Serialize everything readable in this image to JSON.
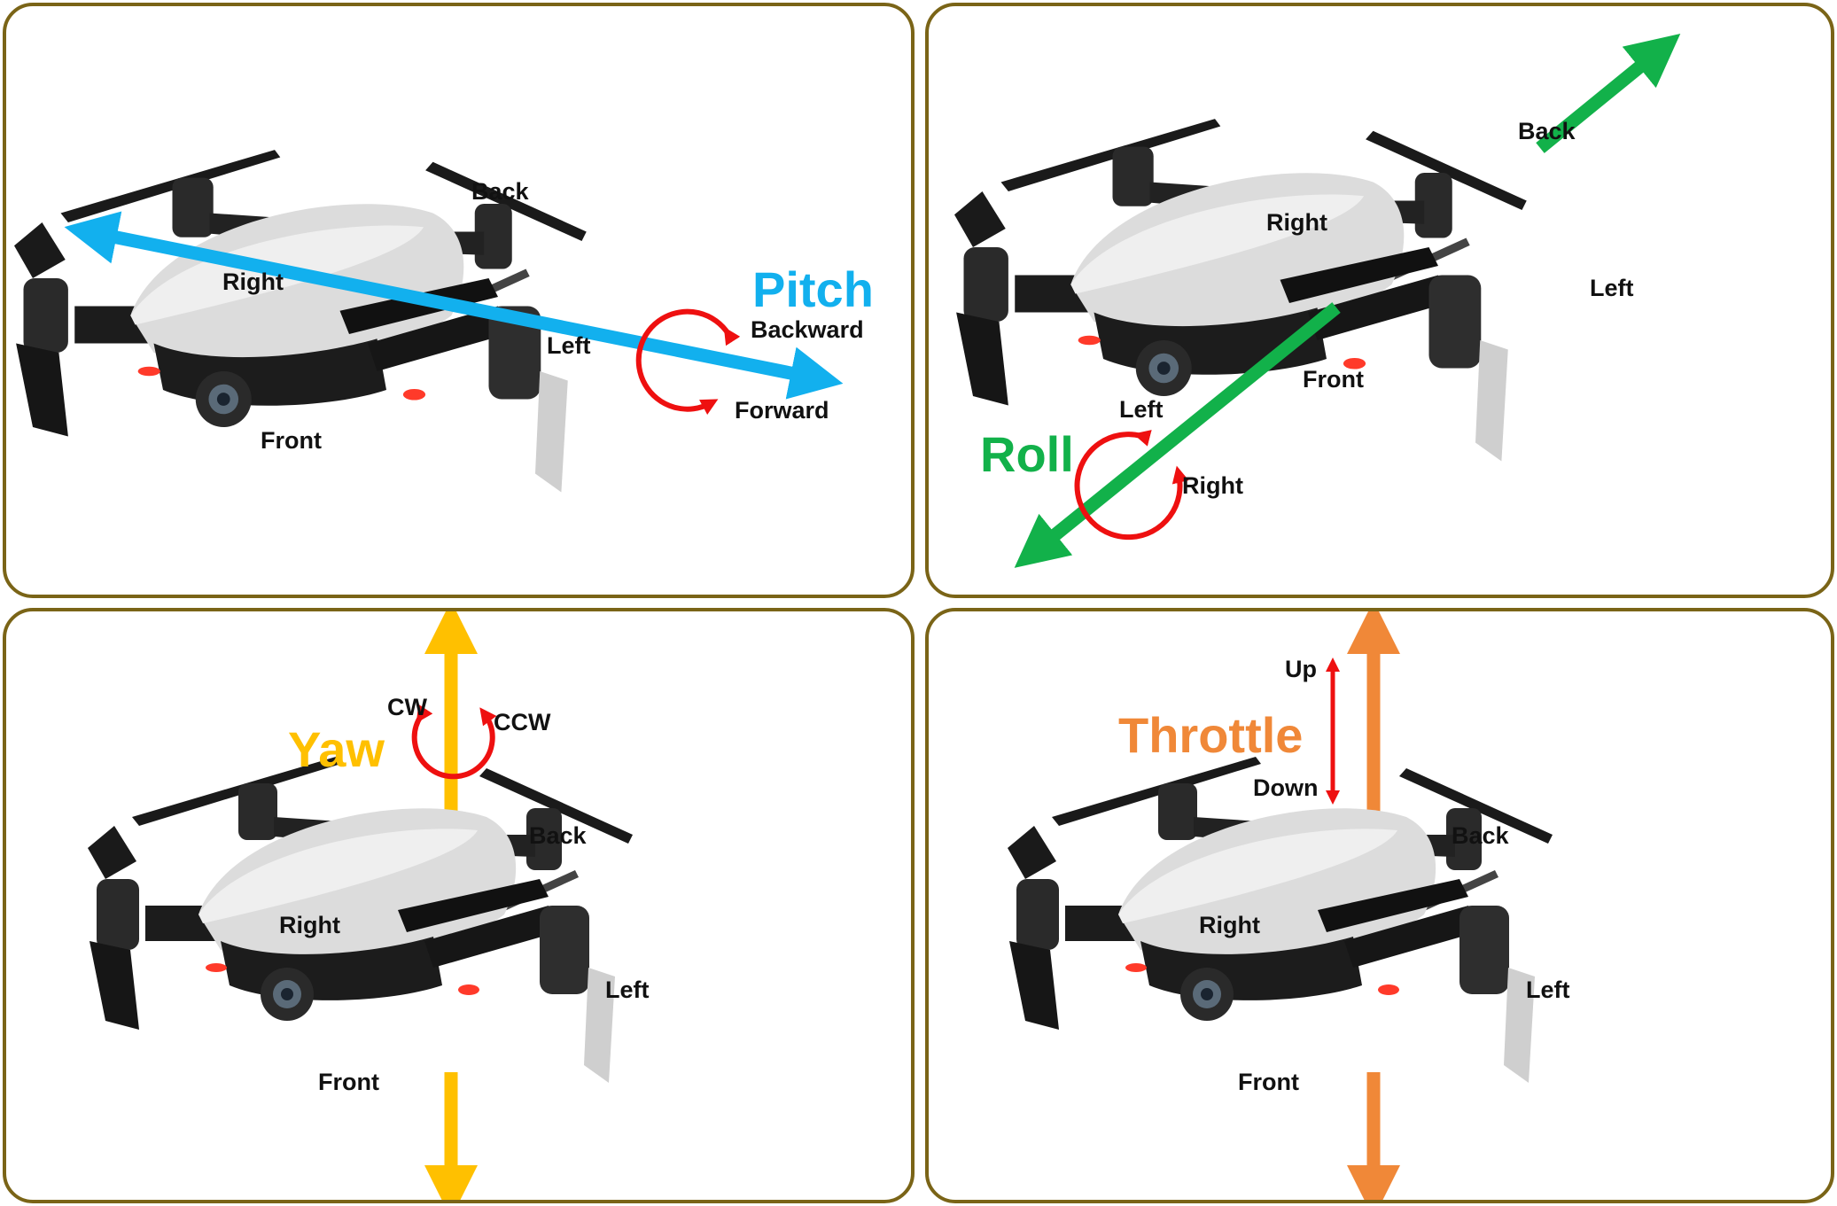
{
  "colors": {
    "pitch": "#12b0ee",
    "roll": "#12b14a",
    "yaw": "#ffc000",
    "throttle": "#f08838",
    "rotation": "#ee1010",
    "frame": "#7a6417"
  },
  "pitch": {
    "title": "Pitch",
    "back": "Back",
    "right": "Right",
    "left": "Left",
    "front": "Front",
    "rotation_a": "Backward",
    "rotation_b": "Forward"
  },
  "roll": {
    "title": "Roll",
    "back": "Back",
    "right": "Right",
    "left": "Left",
    "front": "Front",
    "rotation_a": "Left",
    "rotation_b": "Right"
  },
  "yaw": {
    "title": "Yaw",
    "back": "Back",
    "right": "Right",
    "left": "Left",
    "front": "Front",
    "rotation_a": "CW",
    "rotation_b": "CCW"
  },
  "throttle": {
    "title": "Throttle",
    "back": "Back",
    "right": "Right",
    "left": "Left",
    "front": "Front",
    "direction_a": "Up",
    "direction_b": "Down"
  }
}
